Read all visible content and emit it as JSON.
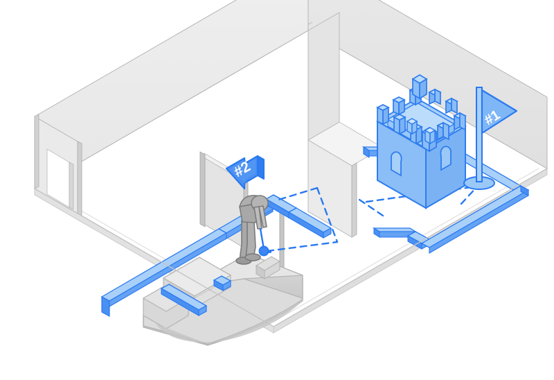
{
  "illustration": {
    "title": "Indoor mini-golf course isometric floorplan",
    "description": "Cutaway isometric view of two rooms with a blue mini-golf path, a player putting, a castle obstacle and a flag hole",
    "background_color": "#ffffff"
  },
  "palette": {
    "path_fill": "#93c3f7",
    "path_top": "#a9d0f9",
    "path_stroke": "#2979f0",
    "accent_blue": "#3b86f2",
    "accent_blue_dark": "#1f6fe0",
    "castle_fill": "#8bbdf6",
    "castle_fill_light": "#a6cff9",
    "castle_stroke": "#2f7dee",
    "wall_face": "#ececec",
    "wall_face_dark": "#e2e2e2",
    "wall_edge": "#b8b8b8",
    "floor": "#ffffff",
    "floor_edge": "#d9d9d9",
    "furniture": "#d5d5d5",
    "furniture_shade": "#bfbfbf",
    "furniture_light": "#e8e8e8",
    "person": "#a3a3a3",
    "person_stroke": "#6e6e6e",
    "label_text": "#ffffff"
  },
  "markers": {
    "hole_one": {
      "label": "#1",
      "type": "flag-pennant",
      "note": "triangular pennant on pole at the hole cup in the right room"
    },
    "hole_two": {
      "label": "#2",
      "type": "arrow-banner",
      "note": "left pointing arrow banner above the player in the left room"
    }
  },
  "objects": {
    "castle": {
      "name": "castle-obstacle",
      "crenellations": 12,
      "doorways": 2
    },
    "flag": {
      "name": "hole-flag",
      "label": "#1"
    },
    "player": {
      "name": "golfer",
      "holding": "putter",
      "action": "putting"
    },
    "ball": {
      "name": "golf-ball",
      "color": "#2979f0"
    },
    "sofa": {
      "name": "sofa"
    },
    "coffee_table": {
      "name": "coffee-table"
    },
    "path": {
      "name": "mini-golf-path",
      "color": "#93c3f7"
    },
    "sight_lines": {
      "name": "aim-dashed-lines",
      "style": "dashed",
      "color": "#2979f0"
    }
  },
  "rooms": [
    {
      "name": "left-room",
      "doorways": 2
    },
    {
      "name": "right-room",
      "doorways": 1
    }
  ]
}
